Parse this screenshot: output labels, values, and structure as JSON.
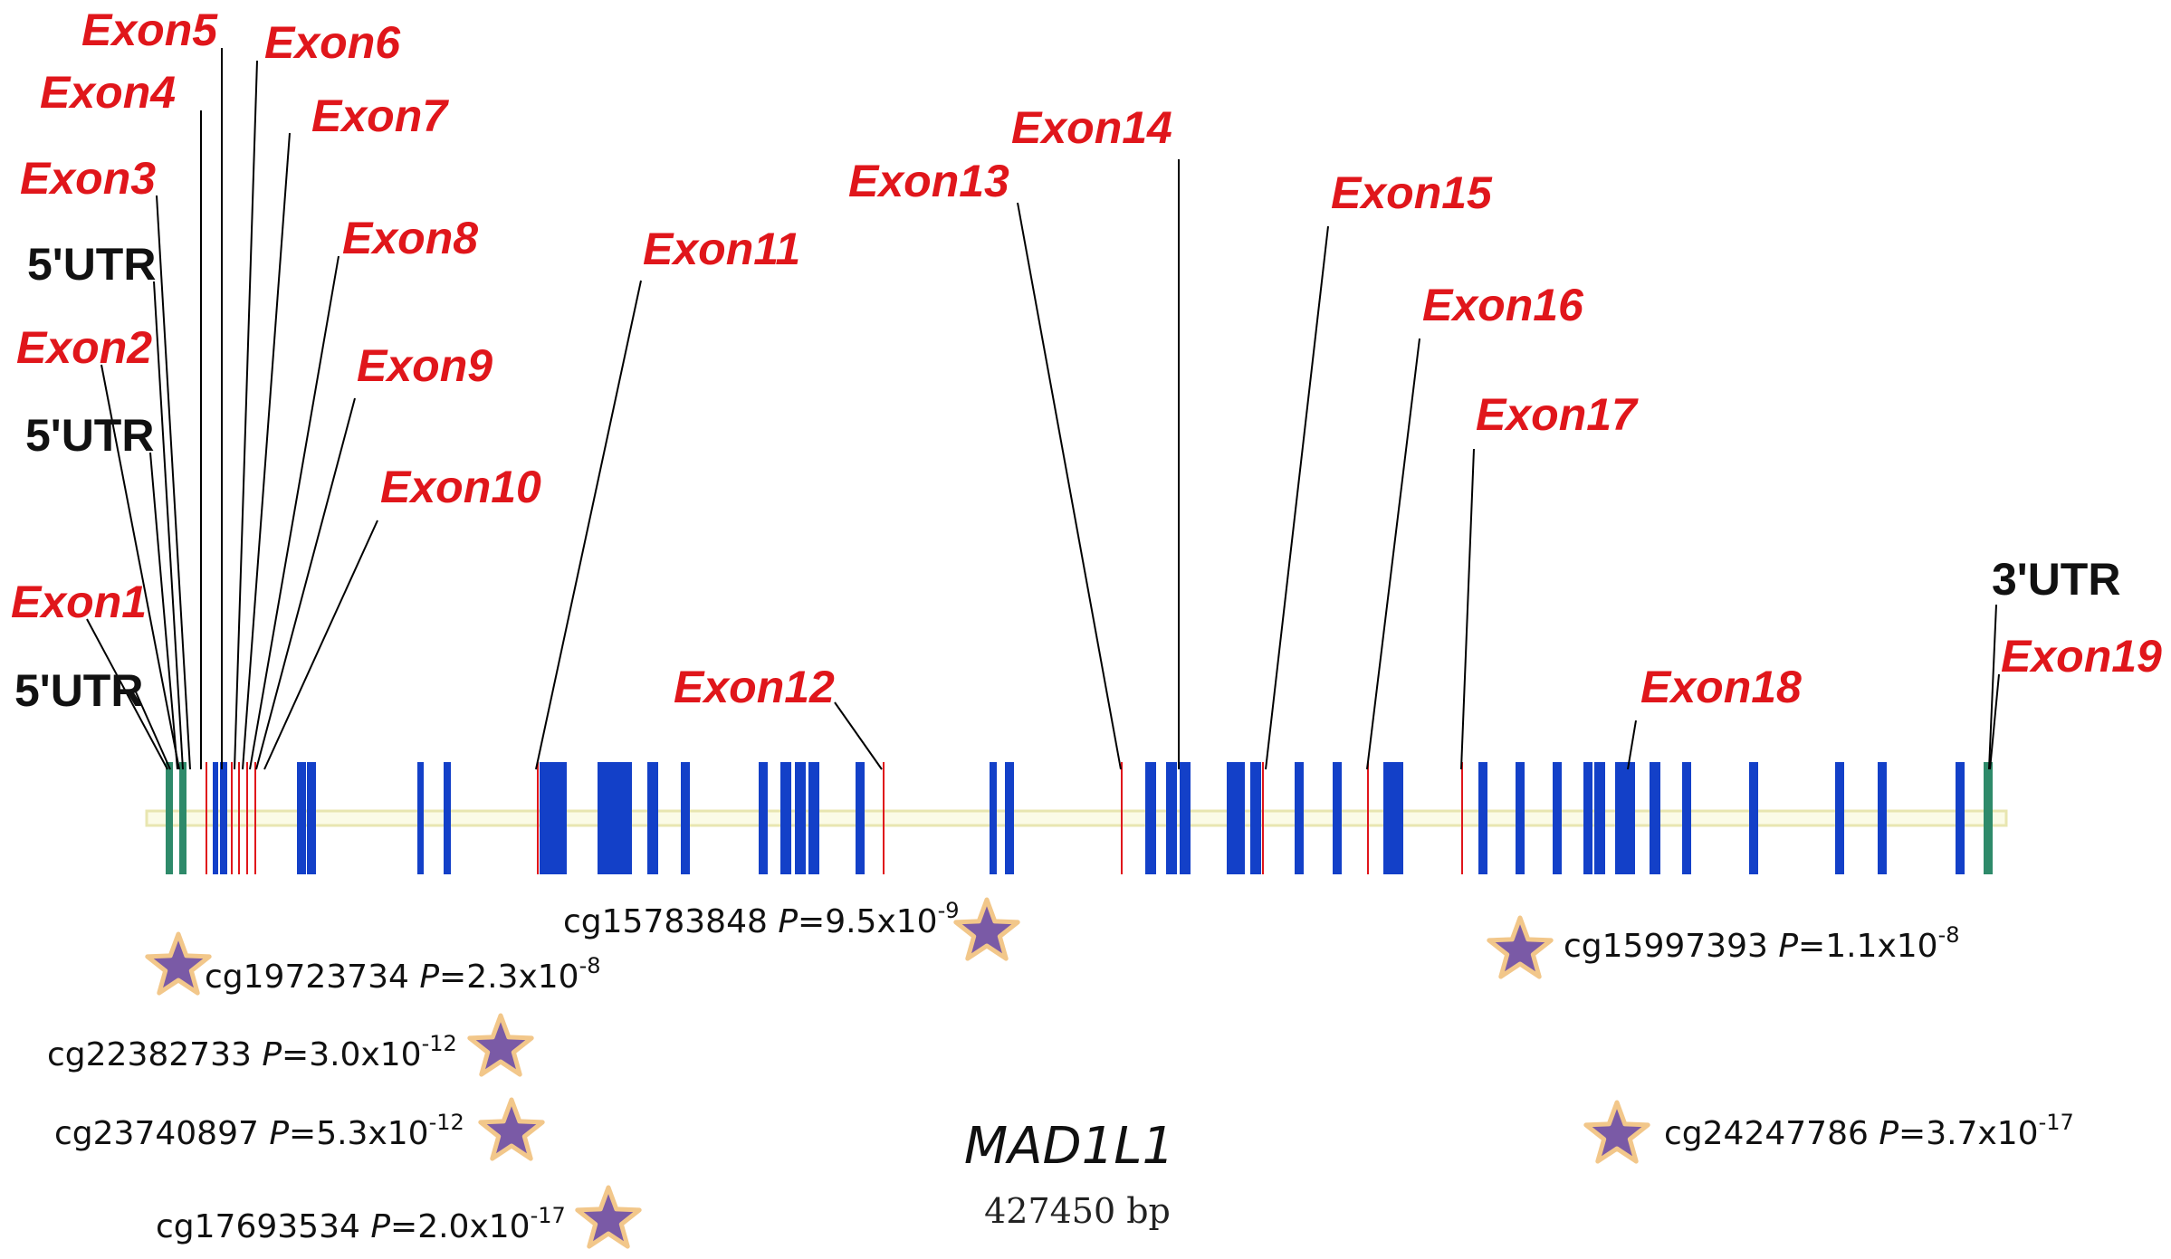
{
  "gene": {
    "name": "MAD1L1",
    "length": "427450 bp"
  },
  "colors": {
    "exon_label": "#e0161b",
    "utr_label": "#111111",
    "exon_block": "#1340c8",
    "utr_block": "#2e8a6a",
    "star": "#7a5aa6",
    "leader": "#000000",
    "backbone": "#e8e6b0"
  },
  "exon_labels": [
    "Exon1",
    "Exon2",
    "Exon3",
    "Exon4",
    "Exon5",
    "Exon6",
    "Exon7",
    "Exon8",
    "Exon9",
    "Exon10",
    "Exon11",
    "Exon12",
    "Exon13",
    "Exon14",
    "Exon15",
    "Exon16",
    "Exon17",
    "Exon18",
    "Exon19"
  ],
  "utr_labels": [
    "5'UTR",
    "5'UTR",
    "5'UTR",
    "3'UTR"
  ],
  "cpg_sites": [
    {
      "id": "cg19723734",
      "p_label": "P",
      "p_value": "=2.3x10",
      "p_exp": "-8"
    },
    {
      "id": "cg22382733",
      "p_label": "P",
      "p_value": "=3.0x10",
      "p_exp": "-12"
    },
    {
      "id": "cg23740897",
      "p_label": "P",
      "p_value": "=5.3x10",
      "p_exp": "-12"
    },
    {
      "id": "cg17693534",
      "p_label": "P",
      "p_value": "=2.0x10",
      "p_exp": "-17"
    },
    {
      "id": "cg15783848",
      "p_label": "P",
      "p_value": "=9.5x10",
      "p_exp": "-9"
    },
    {
      "id": "cg15997393",
      "p_label": "P",
      "p_value": "=1.1x10",
      "p_exp": "-8"
    },
    {
      "id": "cg24247786",
      "p_label": "P",
      "p_value": "=3.7x10",
      "p_exp": "-17"
    }
  ]
}
